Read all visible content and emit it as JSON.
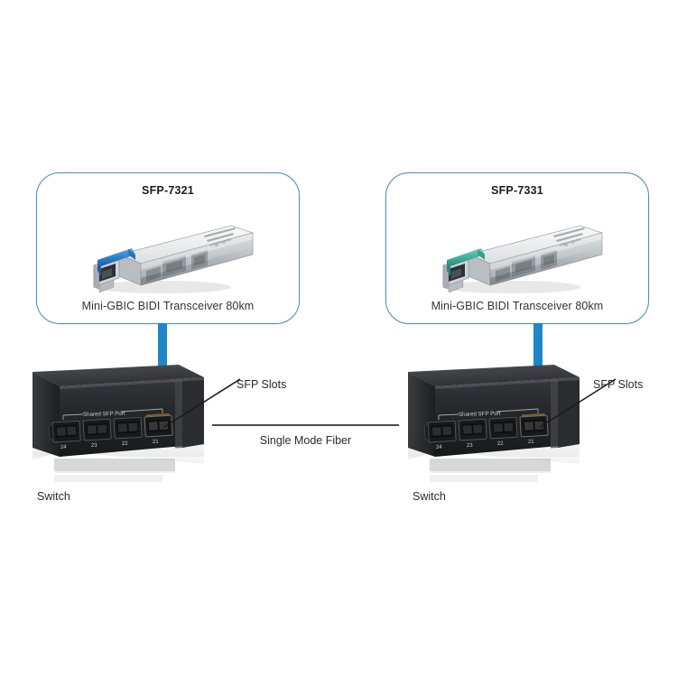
{
  "diagram": {
    "background_color": "#ffffff",
    "accent_blue": "#1f86c8",
    "callout_border_color": "#4c96bd",
    "line_color": "#4a4a4a"
  },
  "callouts": [
    {
      "id": "left",
      "title": "SFP-7321",
      "caption": "Mini-GBIC BIDI Transceiver 80km",
      "module_latch_color": "#2f7fd0",
      "module_body_color": "#c9cdd1",
      "icon": "sfp-transceiver-icon"
    },
    {
      "id": "right",
      "title": "SFP-7331",
      "caption": "Mini-GBIC BIDI Transceiver 80km",
      "module_latch_color": "#3fb39c",
      "module_body_color": "#c9cdd1",
      "icon": "sfp-transceiver-icon"
    }
  ],
  "switches": [
    {
      "id": "left",
      "label": "Switch",
      "port_group_label": "Shared SFP Port",
      "port_numbers": [
        "24",
        "23",
        "22",
        "21"
      ],
      "annotation": "SFP Slots",
      "chassis_color": "#2a2b2e"
    },
    {
      "id": "right",
      "label": "Switch",
      "port_group_label": "Shared SFP Port",
      "port_numbers": [
        "24",
        "23",
        "22",
        "21"
      ],
      "annotation": "SFP Slots",
      "chassis_color": "#2a2b2e"
    }
  ],
  "link": {
    "label": "Single Mode Fiber",
    "color": "#4a4a4a"
  }
}
